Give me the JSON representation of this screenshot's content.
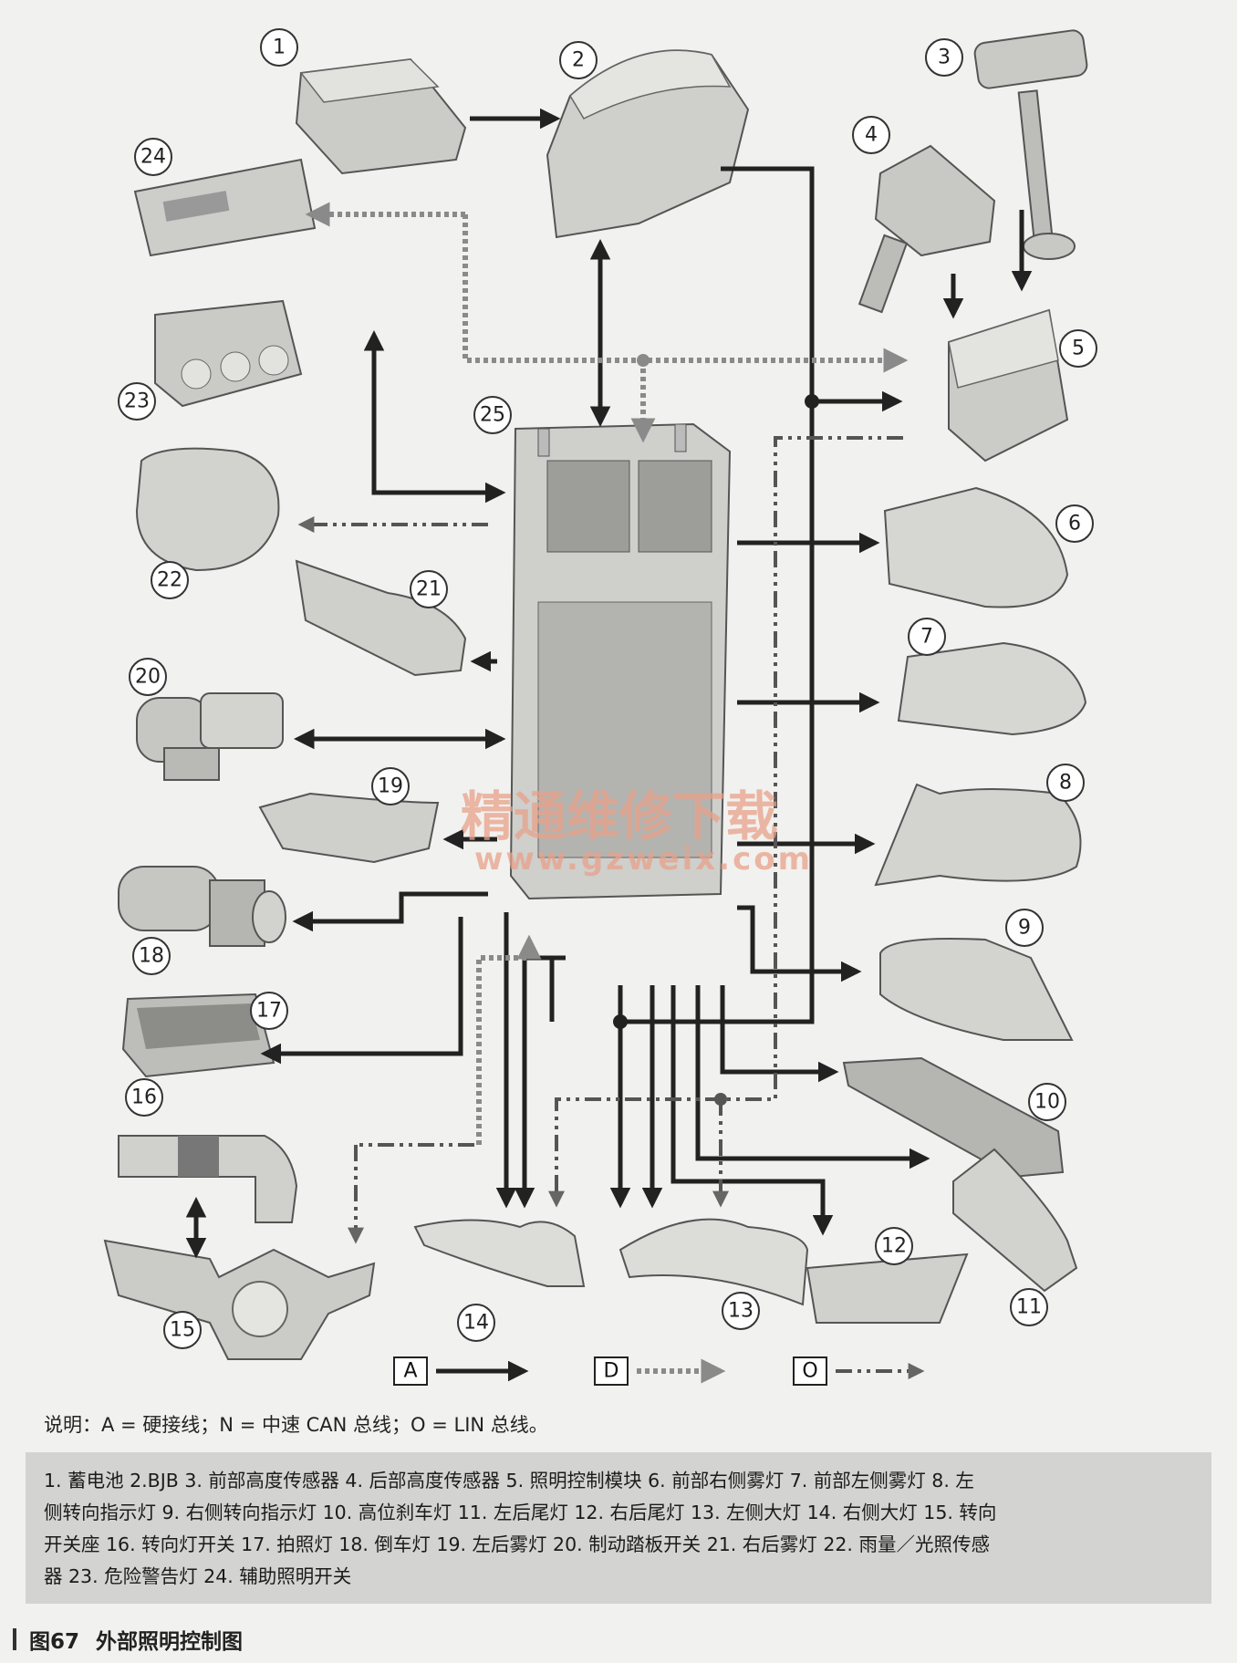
{
  "callouts": [
    {
      "id": "1"
    },
    {
      "id": "2"
    },
    {
      "id": "3"
    },
    {
      "id": "4"
    },
    {
      "id": "5"
    },
    {
      "id": "6"
    },
    {
      "id": "7"
    },
    {
      "id": "8"
    },
    {
      "id": "9"
    },
    {
      "id": "10"
    },
    {
      "id": "11"
    },
    {
      "id": "12"
    },
    {
      "id": "13"
    },
    {
      "id": "14"
    },
    {
      "id": "15"
    },
    {
      "id": "16"
    },
    {
      "id": "17"
    },
    {
      "id": "18"
    },
    {
      "id": "19"
    },
    {
      "id": "20"
    },
    {
      "id": "21"
    },
    {
      "id": "22"
    },
    {
      "id": "23"
    },
    {
      "id": "24"
    },
    {
      "id": "25"
    }
  ],
  "legend": {
    "a": "A",
    "d": "D",
    "o": "O"
  },
  "watermark": {
    "cn": "精通维修下载",
    "url": "www.gzweix.com"
  },
  "note": "说明：A = 硬接线；N = 中速 CAN 总线；O = LIN 总线。",
  "caption_lines": [
    "1. 蓄电池 2.BJB 3. 前部高度传感器 4. 后部高度传感器 5. 照明控制模块 6. 前部右侧雾灯 7. 前部左侧雾灯 8. 左",
    "侧转向指示灯 9. 右侧转向指示灯 10. 高位刹车灯 11. 左后尾灯 12. 右后尾灯 13. 左侧大灯 14. 右侧大灯 15. 转向",
    "开关座 16. 转向灯开关 17. 拍照灯 18. 倒车灯 19. 左后雾灯 20. 制动踏板开关 21. 右后雾灯 22. 雨量／光照传感",
    "器 23. 危险警告灯 24. 辅助照明开关"
  ],
  "figure": {
    "number": "图67",
    "title": "外部照明控制图"
  },
  "colors": {
    "hardwire": "#222222",
    "can_bus": "#8a8a8a",
    "lin_bus": "#555555",
    "part_fill": "#cfcfcc"
  }
}
